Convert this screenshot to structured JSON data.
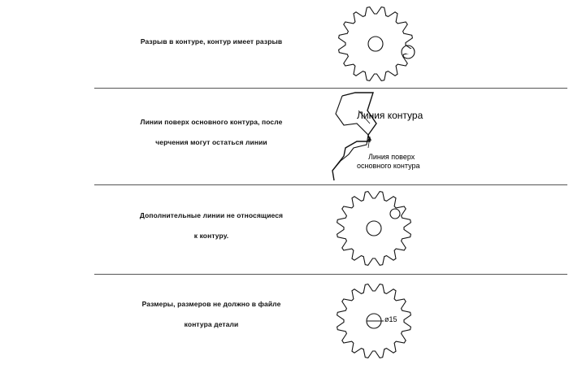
{
  "rows": [
    {
      "id": "gap",
      "lines": [
        "Разрыв в контуре, контур имеет разрыв"
      ]
    },
    {
      "id": "overlap",
      "lines": [
        "Линии поверх основного контура, после",
        "черчения могут остаться линии"
      ],
      "callouts": {
        "contour_label": "Линия контура",
        "overlap_label_1": "Линия поверх",
        "overlap_label_2": "основного контура"
      }
    },
    {
      "id": "extra",
      "lines": [
        "Дополнительные линии не относящиеся",
        "к контуру."
      ]
    },
    {
      "id": "dimensions",
      "lines": [
        "Размеры, размеров не должно в файле",
        "контура детали"
      ],
      "callouts": {
        "dimension_label": "ø15"
      }
    }
  ],
  "colors": {
    "ink": "#111111",
    "divider": "#555555",
    "background": "#ffffff"
  }
}
